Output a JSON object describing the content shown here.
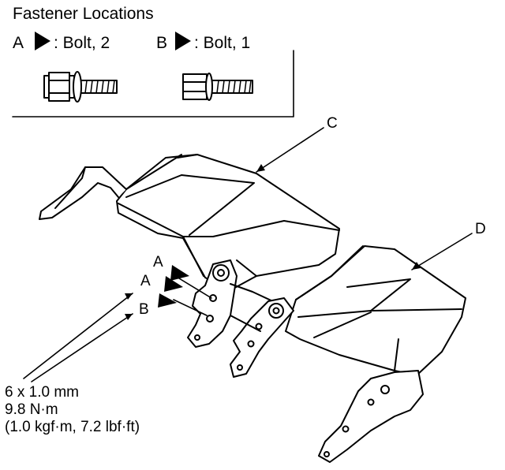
{
  "legend": {
    "title": "Fastener Locations",
    "items": [
      {
        "letter": "A",
        "sep": ": Bolt, 2"
      },
      {
        "letter": "B",
        "sep": ": Bolt, 1"
      }
    ]
  },
  "callouts": {
    "c": "C",
    "d": "D",
    "a1": "A",
    "a2": "A",
    "b": "B"
  },
  "spec": {
    "size": "6 x 1.0 mm",
    "torque_nm": "9.8 N·m",
    "torque_alt": "(1.0 kgf·m, 7.2 lbf·ft)"
  }
}
